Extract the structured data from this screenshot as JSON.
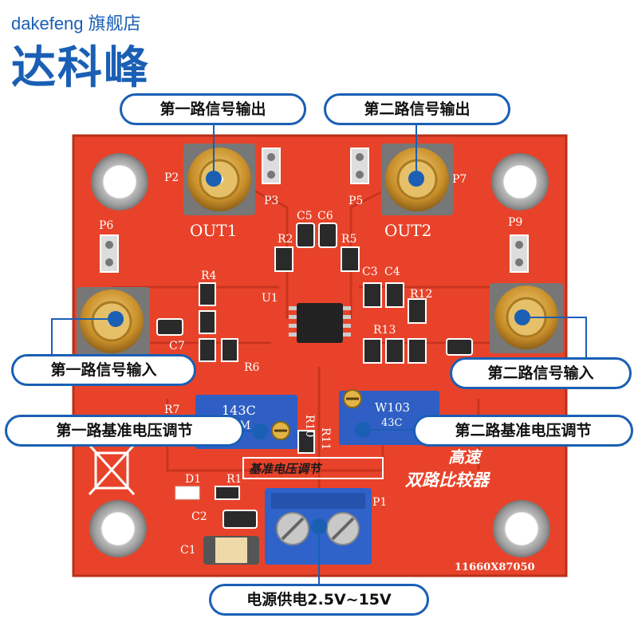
{
  "store": {
    "name_en": "dakefeng",
    "suffix": "旗舰店",
    "name_cn": "达科峰"
  },
  "callouts": {
    "out1": "第一路信号输出",
    "out2": "第二路信号输出",
    "in1": "第一路信号输入",
    "in2": "第二路信号输入",
    "ref1": "第一路基准电压调节",
    "ref2": "第二路基准电压调节",
    "power": "电源供电2.5V~15V"
  },
  "board": {
    "silkscreen": {
      "out1": "OUT1",
      "out2": "OUT2",
      "p1": "P1",
      "p2": "P2",
      "p3": "P3",
      "p5": "P5",
      "p6": "P6",
      "p7": "P7",
      "p9": "P9",
      "u1": "U1",
      "c1": "C1",
      "c2": "C2",
      "c3": "C3",
      "c4": "C4",
      "c5": "C5",
      "c6": "C6",
      "c7": "C7",
      "r1": "R1",
      "r2": "R2",
      "r4": "R4",
      "r5": "R5",
      "r6": "R6",
      "r7": "R7",
      "r10": "R10",
      "r11": "R11",
      "r12": "R12",
      "r13": "R13",
      "d1": "D1",
      "label_ref": "基准电压调节",
      "title_line1": "高速",
      "title_line2": "双路比较器",
      "serial": "11660X87050",
      "pot1_code": "143C",
      "pot1_sub": "01M",
      "pot2_code": "W103",
      "pot2_sub": "43C"
    },
    "colors": {
      "pcb": "#e8432a",
      "pcb_dark": "#c9341f",
      "gold": "#d9a43a",
      "pot_blue": "#2f5fc4",
      "terminal_blue": "#2f63c9",
      "callout_blue": "#1a5fb4"
    }
  }
}
